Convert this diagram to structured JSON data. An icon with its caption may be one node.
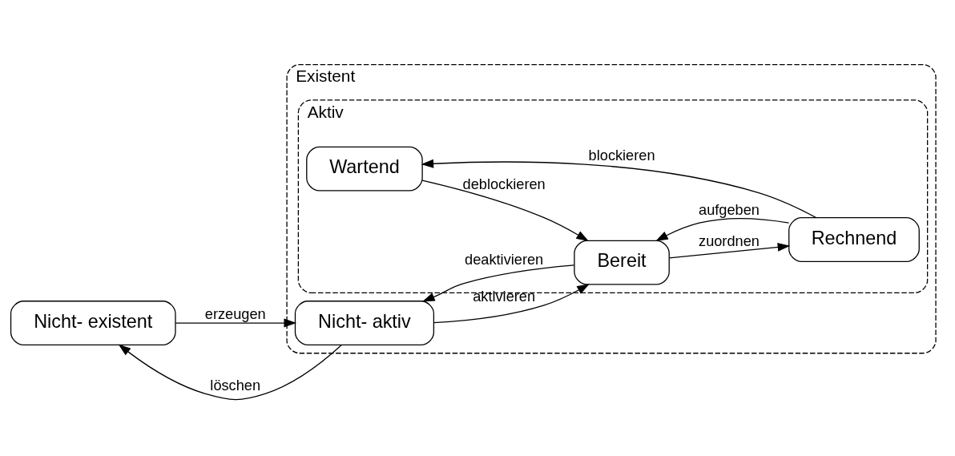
{
  "diagram": {
    "nodes": [
      {
        "text": [
          "Nicht- existent"
        ]
      },
      {
        "text": [
          "Existent"
        ]
      },
      {
        "text": [
          "Nicht- aktiv"
        ],
        "in": 1
      },
      {
        "text": [
          "Aktiv"
        ],
        "in": 1
      },
      {
        "text": [
          "Wartend"
        ],
        "in": 3
      },
      {
        "text": [
          "Bereit"
        ],
        "in": 3
      },
      {
        "text": [
          "Rechnend"
        ],
        "in": 3
      }
    ],
    "edges": [
      {
        "from": 2,
        "to": 0,
        "arrow": "to",
        "label": "löschen"
      },
      {
        "from": 0,
        "to": 2,
        "arrow": "to",
        "label": "erzeugen"
      },
      {
        "from": 5,
        "to": 2,
        "arrow": "to",
        "label": "deaktivieren"
      },
      {
        "from": 2,
        "to": 5,
        "arrow": "to",
        "label": "aktivieren"
      },
      {
        "from": 4,
        "to": 5,
        "arrow": "to",
        "label": "deblockieren"
      },
      {
        "from": 6,
        "to": 4,
        "arrow": "to",
        "label": "blockieren"
      },
      {
        "from": 6,
        "to": 5,
        "arrow": "to",
        "label": "aufgeben"
      },
      {
        "from": 5,
        "to": 6,
        "arrow": "to",
        "label": "zuordnen"
      }
    ]
  }
}
